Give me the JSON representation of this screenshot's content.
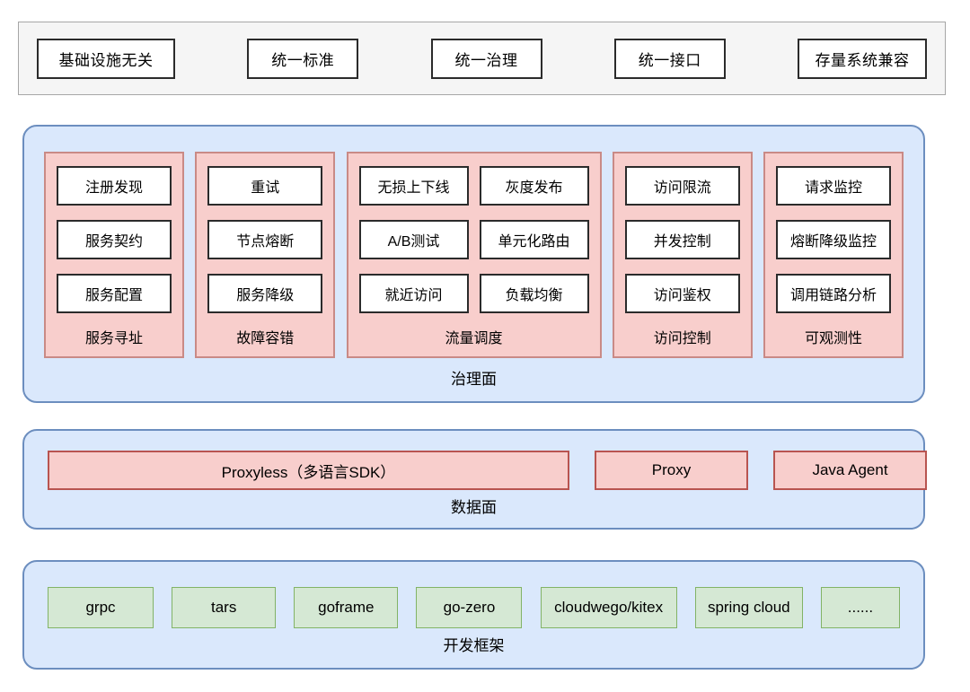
{
  "principles": {
    "items": [
      {
        "label": "基础设施无关",
        "width": 154
      },
      {
        "label": "统一标准",
        "width": 124
      },
      {
        "label": "统一治理",
        "width": 124
      },
      {
        "label": "统一接口",
        "width": 124
      },
      {
        "label": "存量系统兼容",
        "width": 144
      }
    ]
  },
  "governance_plane": {
    "label": "治理面",
    "groups": [
      {
        "name": "服务寻址",
        "columns": [
          {
            "items": [
              "注册发现",
              "服务契约",
              "服务配置"
            ]
          }
        ]
      },
      {
        "name": "故障容错",
        "columns": [
          {
            "items": [
              "重试",
              "节点熔断",
              "服务降级"
            ]
          }
        ]
      },
      {
        "name": "流量调度",
        "columns": [
          {
            "items": [
              "无损上下线",
              "A/B测试",
              "就近访问"
            ]
          },
          {
            "items": [
              "灰度发布",
              "单元化路由",
              "负载均衡"
            ]
          }
        ]
      },
      {
        "name": "访问控制",
        "columns": [
          {
            "items": [
              "访问限流",
              "并发控制",
              "访问鉴权"
            ]
          }
        ]
      },
      {
        "name": "可观测性",
        "columns": [
          {
            "items": [
              "请求监控",
              "熔断降级监控",
              "调用链路分析"
            ]
          }
        ]
      }
    ]
  },
  "data_plane": {
    "label": "数据面",
    "items": [
      "Proxyless（多语言SDK）",
      "Proxy",
      "Java Agent"
    ]
  },
  "framework_plane": {
    "label": "开发框架",
    "items": [
      "grpc",
      "tars",
      "goframe",
      "go-zero",
      "cloudwego/kitex",
      "spring cloud",
      "......"
    ]
  },
  "colors": {
    "panel_grey_fill": "#f5f5f5",
    "panel_grey_border": "#a6a6a6",
    "plane_blue_fill": "#dae8fc",
    "plane_blue_border": "#6c8ebf",
    "group_pink_fill": "#f8cecc",
    "group_pink_border": "#c98a86",
    "data_box_border": "#b85450",
    "framework_green_fill": "#d5e8d4",
    "framework_green_border": "#82b366",
    "leaf_box_fill": "#ffffff",
    "leaf_box_border": "#2b2b2b"
  }
}
